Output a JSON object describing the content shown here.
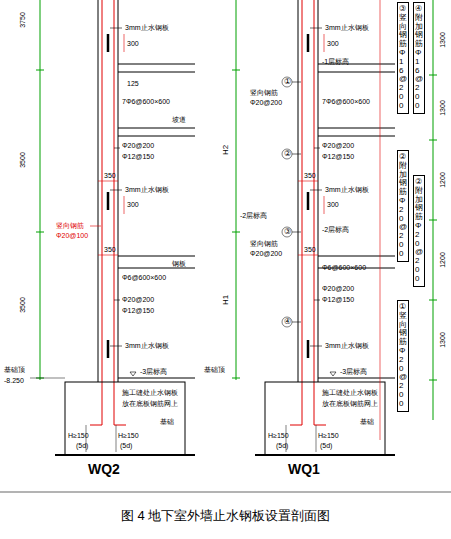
{
  "diagram": {
    "caption": "图 4 地下室外墙止水钢板设置剖面图",
    "nodes": [
      {
        "text": [
          "③ 竖向钢筋Φ16@200"
        ]
      },
      {
        "text": [
          "② 附加钢筋Φ20@200"
        ]
      },
      {
        "text": [
          "① 竖向钢筋Φ20@200"
        ]
      },
      {
        "text": [
          "④ 附加钢筋Φ16@200"
        ]
      },
      {
        "text": [
          "② 附加钢筋Φ20@200"
        ]
      }
    ],
    "labels": [
      "3750",
      "3mm止水钢板",
      "300",
      "125",
      "7Φ6@600×600",
      "坡道",
      "Φ20@200",
      "Φ12@150",
      "3500",
      "350",
      "3mm止水钢板",
      "300",
      "竖向钢筋",
      "Φ20@100",
      "350",
      "钢板",
      "Φ6@600×600",
      "Φ20@200",
      "Φ12@150",
      "3500",
      "3mm止水钢板",
      "-3层标高",
      "基础顶",
      "-8.250",
      "施工缝处止水钢板",
      "放在底板钢筋网上",
      "基础",
      "H≥150",
      "(5d)",
      "H≥150",
      "(5d)",
      "WQ2",
      "3mm止水钢板",
      "300",
      "-1层标高",
      "①",
      "竖向钢筋",
      "Φ20@200",
      "7Φ6@600×600",
      "H2",
      "Φ20@200",
      "Φ12@150",
      "②",
      "350",
      "3mm止水钢板",
      "300",
      "-2层标高",
      "③",
      "竖向钢筋",
      "Φ20@200",
      "-2层标高",
      "350",
      "Φ6@600×600",
      "Φ20@200",
      "Φ12@150",
      "④",
      "H1",
      "3mm止水钢板",
      "-3层标高",
      "基础顶",
      "施工缝处止水钢板",
      "放在底板钢筋网上",
      "基础",
      "H≥150",
      "(5d)",
      "H≥150",
      "(5d)",
      "WQ1",
      "1300",
      "1300",
      "1200",
      "1200",
      "1300"
    ]
  }
}
